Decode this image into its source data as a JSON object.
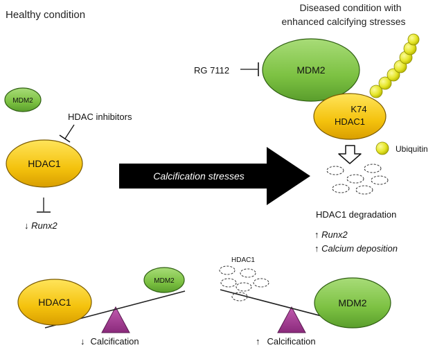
{
  "left_panel": {
    "title": "Healthy condition",
    "mdm2_label": "MDM2",
    "inhibitor_label": "HDAC inhibitors",
    "hdac1_label": "HDAC1",
    "runx2_arrow": "↓",
    "runx2_label": "Runx2"
  },
  "center_arrow": {
    "label": "Calcification stresses"
  },
  "right_panel": {
    "title_line1": "Diseased condition with",
    "title_line2": "enhanced calcifying stresses",
    "drug_label": "RG 7112",
    "mdm2_label": "MDM2",
    "site_label": "K74",
    "hdac1_label": "HDAC1",
    "ubiquitin_label": "Ubiquitin",
    "degradation_label": "HDAC1 degradation",
    "up_arrow": "↑",
    "effect1": "Runx2",
    "effect2": "Calcium deposition"
  },
  "balance_left": {
    "heavy_label": "HDAC1",
    "light_label": "MDM2",
    "result_arrow": "↓",
    "result_label": "Calcification"
  },
  "balance_right": {
    "fragments_label": "HDAC1",
    "heavy_label": "MDM2",
    "result_arrow": "↑",
    "result_label": "Calcification"
  },
  "colors": {
    "hdac1_fill": "#f4c20d",
    "mdm2_fill": "#7cc142",
    "ubiquitin_fill": "#e6e62a",
    "fulcrum_fill": "#a43a92",
    "arrow_fill": "#000000"
  }
}
